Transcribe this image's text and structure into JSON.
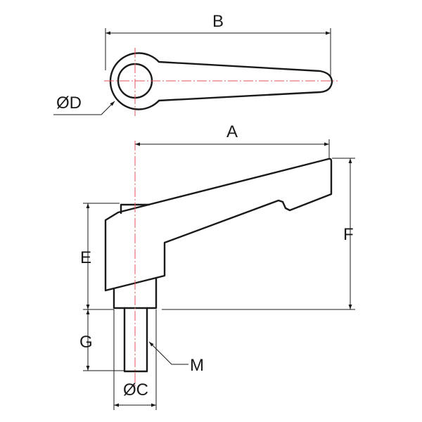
{
  "diagram": {
    "labels": {
      "A": "A",
      "B": "B",
      "C": "ØC",
      "D": "ØD",
      "E": "E",
      "F": "F",
      "G": "G",
      "M": "M"
    },
    "colors": {
      "outline": "#1a1a1a",
      "centerline": "#e0505a"
    }
  }
}
